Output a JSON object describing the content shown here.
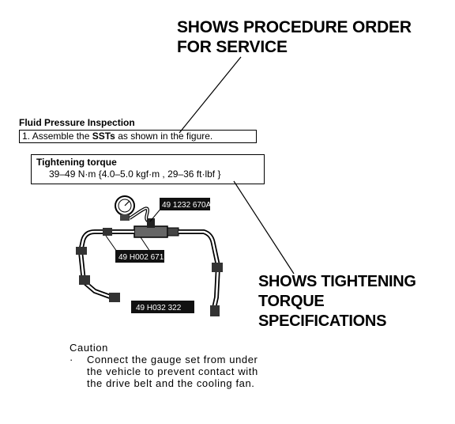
{
  "callouts": {
    "procedure_order": [
      "SHOWS PROCEDURE ORDER",
      "FOR SERVICE"
    ],
    "torque_specs": [
      "SHOWS TIGHTENING",
      "TORQUE",
      "SPECIFICATIONS"
    ]
  },
  "procedure": {
    "heading": "Fluid Pressure Inspection",
    "step_number": "1.",
    "step_before": " Assemble the ",
    "step_bold": "SSTs",
    "step_after": " as shown in the figure."
  },
  "torque": {
    "title": "Tightening torque",
    "value": "39–49 N·m {4.0–5.0 kgf·m , 29–36 ft·lbf }"
  },
  "parts": [
    "49 1232 670A",
    "49 H002 671",
    "49 H032 322"
  ],
  "caution": {
    "heading": "Caution",
    "bullet": "·",
    "lines": [
      "Connect the gauge set from under",
      "the vehicle to prevent contact with",
      "the drive belt and the cooling fan."
    ]
  }
}
